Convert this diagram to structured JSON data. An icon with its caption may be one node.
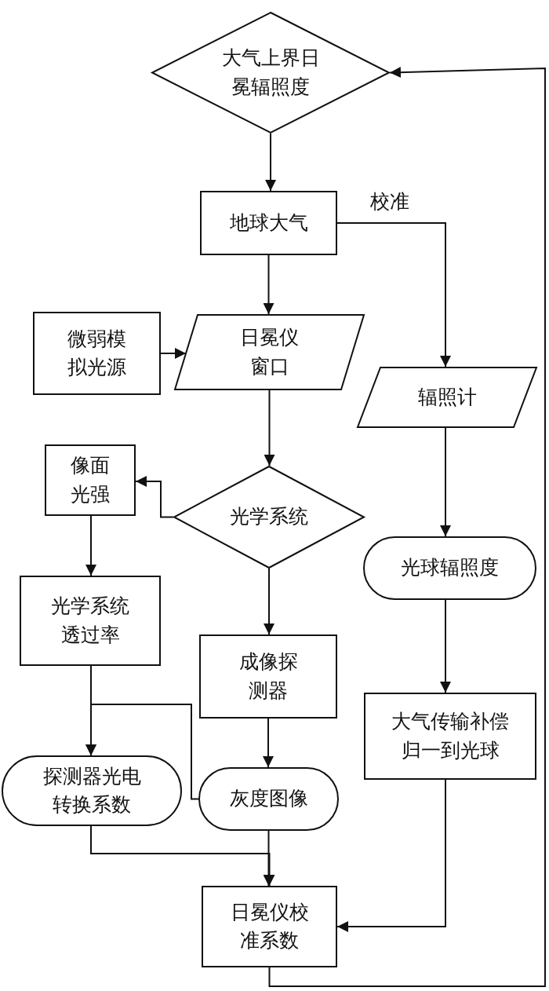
{
  "diagram": {
    "nodes": [
      {
        "text": [
          "大气上界日冕辐照度"
        ]
      },
      {
        "text": [
          "地球大气"
        ]
      },
      {
        "text": [
          "微弱模拟光源"
        ]
      },
      {
        "text": [
          "日冕仪窗口"
        ]
      },
      {
        "text": [
          "辐照计"
        ]
      },
      {
        "text": [
          "像面光强"
        ]
      },
      {
        "text": [
          "光学系统"
        ]
      },
      {
        "text": [
          "光球辐照度"
        ]
      },
      {
        "text": [
          "光学系统透过率"
        ]
      },
      {
        "text": [
          "成像探测器"
        ]
      },
      {
        "text": [
          "大气传输补偿归一到光球"
        ]
      },
      {
        "text": [
          "探测器光电转换系数"
        ]
      },
      {
        "text": [
          "灰度图像"
        ]
      },
      {
        "text": [
          "日冕仪校准系数"
        ]
      }
    ],
    "edges": [
      {
        "from": 0,
        "to": 1,
        "arrow": "to"
      },
      {
        "from": 1,
        "to": 3,
        "arrow": "to"
      },
      {
        "from": 2,
        "to": 3,
        "arrow": "to"
      },
      {
        "from": 1,
        "to": 4,
        "arrow": "to",
        "label": "校准"
      },
      {
        "from": 3,
        "to": 6,
        "arrow": "to"
      },
      {
        "from": 6,
        "to": 5,
        "arrow": "to"
      },
      {
        "from": 6,
        "to": 9,
        "arrow": "to"
      },
      {
        "from": 5,
        "to": 8,
        "arrow": "to"
      },
      {
        "from": 8,
        "to": 11,
        "arrow": "to"
      },
      {
        "from": 9,
        "to": 12,
        "arrow": "to"
      },
      {
        "from": 12,
        "to": 11,
        "arrow": "to"
      },
      {
        "from": 12,
        "to": 13,
        "arrow": "to"
      },
      {
        "from": 11,
        "to": 13,
        "arrow": "to"
      },
      {
        "from": 4,
        "to": 7,
        "arrow": "to"
      },
      {
        "from": 7,
        "to": 10,
        "arrow": "to"
      },
      {
        "from": 10,
        "to": 13,
        "arrow": "to"
      },
      {
        "from": 13,
        "to": 0,
        "arrow": "to"
      }
    ]
  }
}
